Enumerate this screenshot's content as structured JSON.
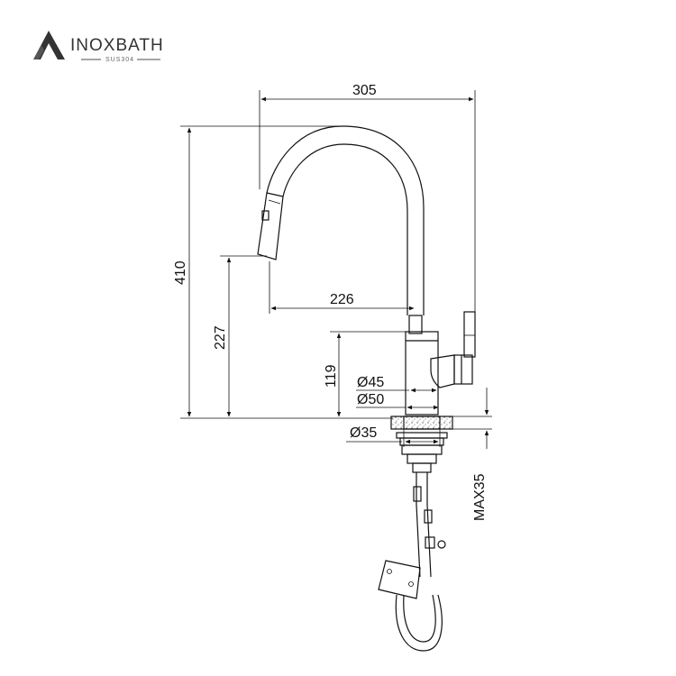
{
  "brand": {
    "name": "INOXBATH",
    "tagline": "SUS304"
  },
  "dimensions": {
    "overall_reach": "305",
    "total_height": "410",
    "spout_reach": "226",
    "spout_height": "227",
    "body_height": "119",
    "body_diameter_inner": "Ø45",
    "body_diameter_outer": "Ø50",
    "hole_diameter": "Ø35",
    "max_deck_thickness": "MAX35"
  },
  "colors": {
    "line": "#111111",
    "brand": "#333333"
  }
}
